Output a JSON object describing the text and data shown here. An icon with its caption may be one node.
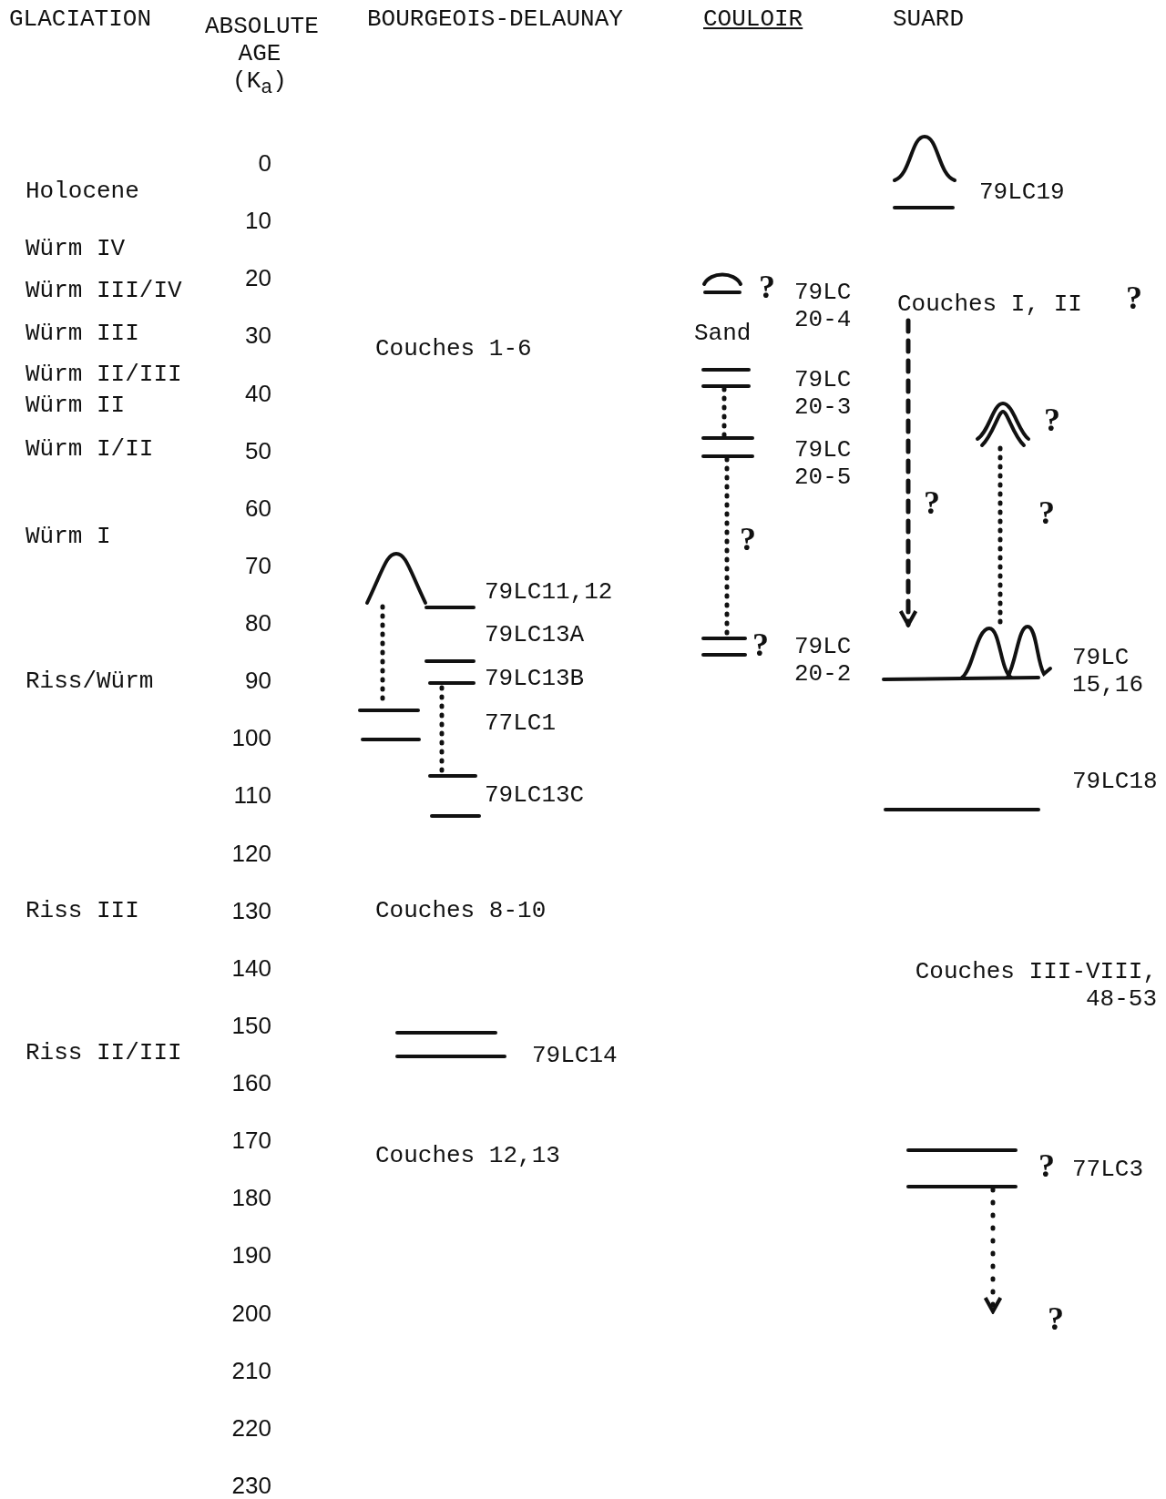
{
  "diagram": {
    "nodes": [
      {
        "text": [],
        "shape": "curve"
      },
      {
        "text": [],
        "shape": "bar"
      },
      {
        "text": [],
        "shape": "bar"
      },
      {
        "text": [],
        "shape": "bar"
      },
      {
        "text": [],
        "shape": "bar"
      },
      {
        "text": [],
        "shape": "bar"
      },
      {
        "text": [],
        "shape": "bar"
      },
      {
        "text": [],
        "shape": "bar"
      },
      {
        "text": [],
        "shape": "bar"
      },
      {
        "text": [],
        "shape": "bar"
      },
      {
        "text": [],
        "shape": "curve"
      },
      {
        "text": [],
        "shape": "bar"
      },
      {
        "text": [],
        "shape": "bar"
      },
      {
        "text": [],
        "shape": "bar"
      },
      {
        "text": [],
        "shape": "curve"
      },
      {
        "text": [
          "Couches I, II"
        ]
      },
      {
        "text": [],
        "shape": "curve"
      },
      {
        "text": [],
        "shape": "curve"
      },
      {
        "text": [],
        "shape": "bar"
      },
      {
        "text": [],
        "shape": "bar"
      }
    ],
    "edges": [
      {
        "from": 0,
        "to": 4,
        "arrow": "none",
        "style": "dashed"
      },
      {
        "from": 3,
        "to": 6,
        "arrow": "none",
        "style": "dashed"
      },
      {
        "from": 11,
        "to": 12,
        "arrow": "none",
        "style": "dashed"
      },
      {
        "from": 12,
        "to": 13,
        "arrow": "none",
        "style": "dashed"
      },
      {
        "from": 15,
        "to": 17,
        "arrow": "to",
        "style": "dashed"
      },
      {
        "from": 16,
        "to": 17,
        "arrow": "none",
        "style": "dashed"
      },
      {
        "from": 19,
        "to": null,
        "arrow": "to",
        "style": "dashed"
      }
    ],
    "labels": [
      "GLACIATION",
      "ABSOLUTE AGE (K$_{a}$)",
      "BOURGEOIS-DELAUNAY",
      "COULOIR",
      "SUARD",
      "0",
      "10",
      "20",
      "30",
      "40",
      "50",
      "60",
      "70",
      "80",
      "90",
      "100",
      "110",
      "120",
      "130",
      "140",
      "150",
      "160",
      "170",
      "180",
      "190",
      "200",
      "210",
      "220",
      "230",
      "Holocene",
      "Würm IV",
      "Würm III/IV",
      "Würm III",
      "Würm II/III",
      "Würm II",
      "Würm I/II",
      "Würm I",
      "Riss/Würm",
      "Riss III",
      "Riss II/III",
      "Couches 1-6",
      "79LC11,12",
      "79LC13A",
      "79LC13B",
      "77LC1",
      "79LC13C",
      "Couches 8-10",
      "79LC14",
      "Couches 12,13",
      "?",
      "79LC 20-4",
      "Sand",
      "79LC 20-3",
      "79LC 20-5",
      "?",
      "?",
      "79LC 20-2",
      "79LC19",
      "?",
      "?",
      "?",
      "?",
      "79LC 15,16",
      "79LC18",
      "Couches III-VIII, 48-53",
      "?",
      "77LC3",
      "?"
    ]
  }
}
